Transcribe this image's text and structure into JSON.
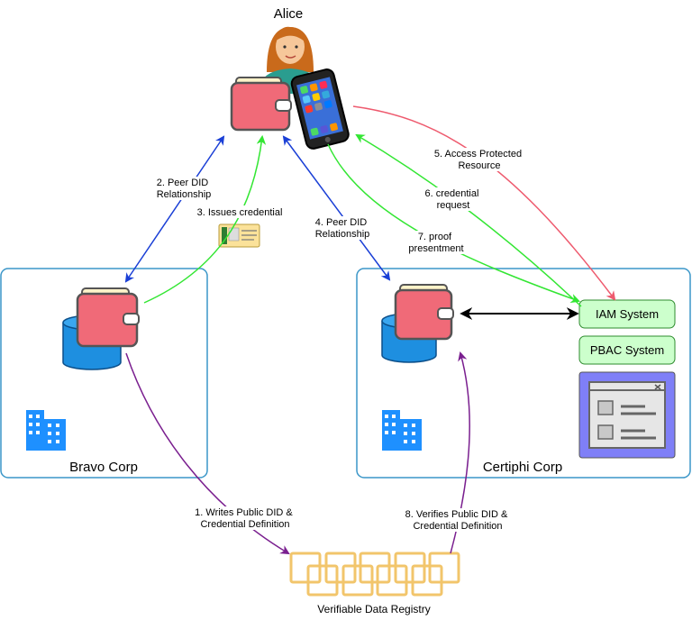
{
  "person": {
    "name": "Alice"
  },
  "orgs": {
    "bravo": {
      "name": "Bravo Corp"
    },
    "certiphi": {
      "name": "Certiphi Corp"
    }
  },
  "systems": {
    "iam": "IAM System",
    "pbac": "PBAC System"
  },
  "registry": {
    "name": "Verifiable Data Registry"
  },
  "edges": {
    "e2": [
      "2. Peer DID",
      "Relationship"
    ],
    "e3": [
      "3. Issues credential"
    ],
    "e4": [
      "4. Peer DID",
      "Relationship"
    ],
    "e5": [
      "5. Access Protected",
      "Resource"
    ],
    "e6": [
      "6. credential",
      "request"
    ],
    "e7": [
      "7. proof",
      "presentment"
    ],
    "e1": [
      "1. Writes Public DID &",
      "Credential Definition"
    ],
    "e8": [
      "8. Verifies Public DID &",
      "Credential Definition"
    ]
  },
  "colors": {
    "blue_arrow": "#1a3fd6",
    "green_arrow": "#33e633",
    "red_arrow": "#ee5a6e",
    "purple_arrow": "#7a1f8f",
    "box_border": "#3a96c8",
    "wallet": "#f06a78",
    "system_fill": "#ccffcc",
    "system_border": "#2e8b2e",
    "app_window": "#7f7ff7",
    "building": "#1e90ff",
    "registry": "#f2c56b",
    "db": "#1e8fe0"
  }
}
